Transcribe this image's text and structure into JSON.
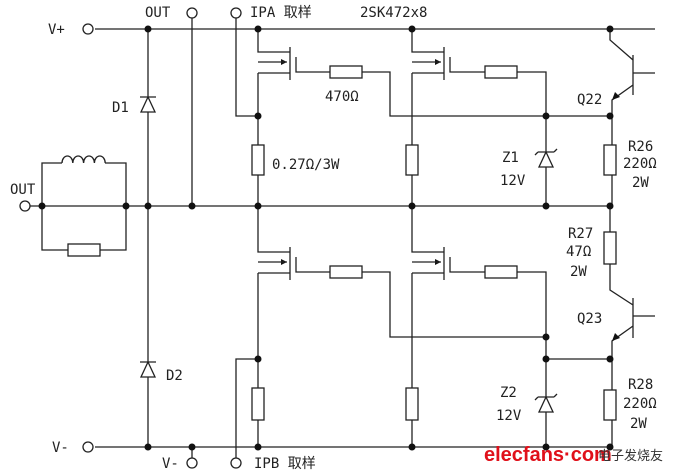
{
  "labels": {
    "v_plus": "V+",
    "v_minus": "V-",
    "v_minus_2": "V-",
    "out_top": "OUT",
    "out_left": "OUT",
    "ipa": "IPA 取样",
    "ipb": "IPB 取样",
    "mosfet": "2SK472x8",
    "d1": "D1",
    "d2": "D2",
    "gate_res": "470Ω",
    "source_res": "0.27Ω/3W",
    "z1": "Z1",
    "z1_v": "12V",
    "z2": "Z2",
    "z2_v": "12V",
    "q22": "Q22",
    "q23": "Q23",
    "r26": "R26",
    "r26_v": "220Ω",
    "r26_w": "2W",
    "r27": "R27",
    "r27_v": "47Ω",
    "r27_w": "2W",
    "r28": "R28",
    "r28_v": "220Ω",
    "r28_w": "2W"
  },
  "watermark": {
    "site": "elecfans·com",
    "cn": "电子发烧友"
  }
}
